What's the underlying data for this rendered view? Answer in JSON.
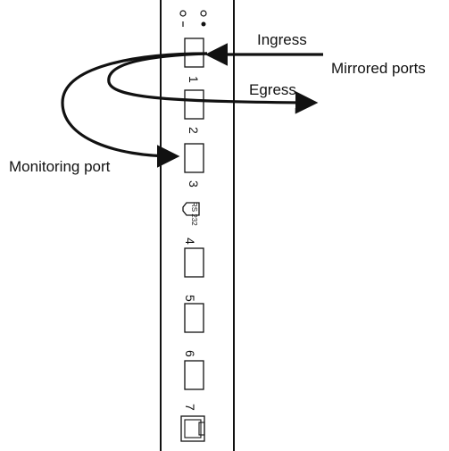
{
  "labels": {
    "ingress": "Ingress",
    "egress": "Egress",
    "mirrored_ports": "Mirrored ports",
    "monitoring_port": "Monitoring port"
  },
  "device": {
    "ports": [
      {
        "number": "1"
      },
      {
        "number": "2"
      },
      {
        "number": "3"
      },
      {
        "number": "4"
      },
      {
        "number": "5"
      },
      {
        "number": "6"
      },
      {
        "number": "7"
      }
    ],
    "serial_label": "RS 232"
  },
  "colors": {
    "line": "#111111",
    "background": "#ffffff"
  }
}
